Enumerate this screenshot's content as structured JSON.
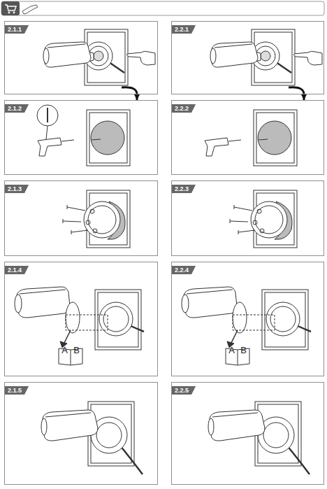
{
  "diagram": {
    "nodes": [
      {
        "text": [
          "2.1.1"
        ]
      },
      {
        "text": [
          "2.1.2"
        ]
      },
      {
        "text": [
          "2.1.3"
        ]
      },
      {
        "text": [
          "2.1.4"
        ]
      },
      {
        "text": [
          "2.1.5"
        ]
      },
      {
        "text": [
          "2.2.1"
        ]
      },
      {
        "text": [
          "2.2.2"
        ]
      },
      {
        "text": [
          "2.2.3"
        ]
      },
      {
        "text": [
          "2.2.4"
        ]
      },
      {
        "text": [
          "2.2.5"
        ]
      }
    ],
    "edges": [
      {
        "from": 0,
        "to": 1,
        "arrow": "to"
      },
      {
        "from": 5,
        "to": 6,
        "arrow": "to"
      }
    ],
    "labels": [
      "A",
      "B",
      "A",
      "B"
    ]
  }
}
